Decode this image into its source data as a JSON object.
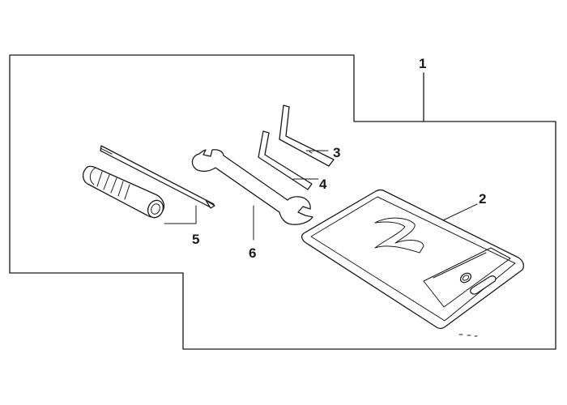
{
  "callouts": {
    "tool_kit": "1",
    "tool_bag": "2",
    "hex_key_large": "3",
    "hex_key_small": "4",
    "screwdriver": "5",
    "wrench": "6"
  }
}
